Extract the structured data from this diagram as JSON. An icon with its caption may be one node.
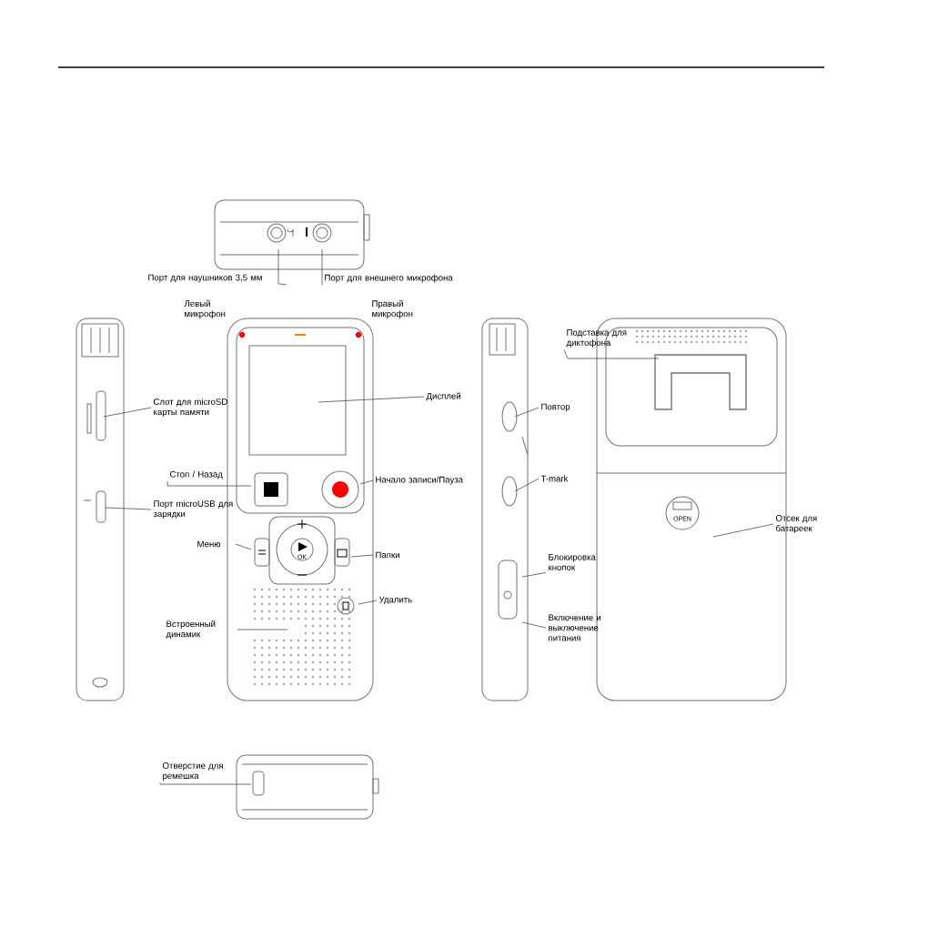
{
  "diagram": {
    "nodes": [
      {
        "text": [
          "Порт для наушников 3,5 мм"
        ]
      },
      {
        "text": [
          "Порт для внешнего микрофона"
        ]
      },
      {
        "text": [
          "Левый микрофон"
        ]
      },
      {
        "text": [
          "Правый микрофон"
        ]
      },
      {
        "text": [
          "Слот для microSD карты памяти"
        ]
      },
      {
        "text": [
          "Порт microUSB для зарядки"
        ]
      },
      {
        "text": [
          "Дисплей"
        ]
      },
      {
        "text": [
          "Стоп / Назад"
        ]
      },
      {
        "text": [
          "Начало записи/Пауза"
        ]
      },
      {
        "text": [
          "Меню"
        ]
      },
      {
        "text": [
          "Папки"
        ]
      },
      {
        "text": [
          "Удалить"
        ]
      },
      {
        "text": [
          "Встроенный динамик"
        ]
      },
      {
        "text": [
          "Подставка для диктофона"
        ]
      },
      {
        "text": [
          "Повтор"
        ]
      },
      {
        "text": [
          "T-mark"
        ]
      },
      {
        "text": [
          "Блокировка кнопок"
        ]
      },
      {
        "text": [
          "Включение и выключение питания"
        ]
      },
      {
        "text": [
          "Отсек для батареек"
        ]
      },
      {
        "text": [
          "Отверстие для ремешка"
        ]
      }
    ],
    "edges": [
      {
        "from": 0,
        "to": null,
        "arrow": "none"
      },
      {
        "from": 1,
        "to": null,
        "arrow": "none"
      },
      {
        "from": 4,
        "to": null,
        "arrow": "none"
      },
      {
        "from": 5,
        "to": null,
        "arrow": "none"
      },
      {
        "from": 6,
        "to": null,
        "arrow": "none"
      },
      {
        "from": 7,
        "to": null,
        "arrow": "none"
      },
      {
        "from": 8,
        "to": null,
        "arrow": "none"
      },
      {
        "from": 9,
        "to": null,
        "arrow": "none"
      },
      {
        "from": 10,
        "to": null,
        "arrow": "none"
      },
      {
        "from": 11,
        "to": null,
        "arrow": "none"
      },
      {
        "from": 12,
        "to": null,
        "arrow": "none"
      },
      {
        "from": 13,
        "to": null,
        "arrow": "none"
      },
      {
        "from": 14,
        "to": null,
        "arrow": "none"
      },
      {
        "from": 15,
        "to": null,
        "arrow": "none"
      },
      {
        "from": 16,
        "to": null,
        "arrow": "none"
      },
      {
        "from": 17,
        "to": null,
        "arrow": "none"
      },
      {
        "from": 18,
        "to": null,
        "arrow": "none"
      },
      {
        "from": 19,
        "to": null,
        "arrow": "none"
      }
    ],
    "labels": [
      "OK",
      "OPEN"
    ]
  }
}
